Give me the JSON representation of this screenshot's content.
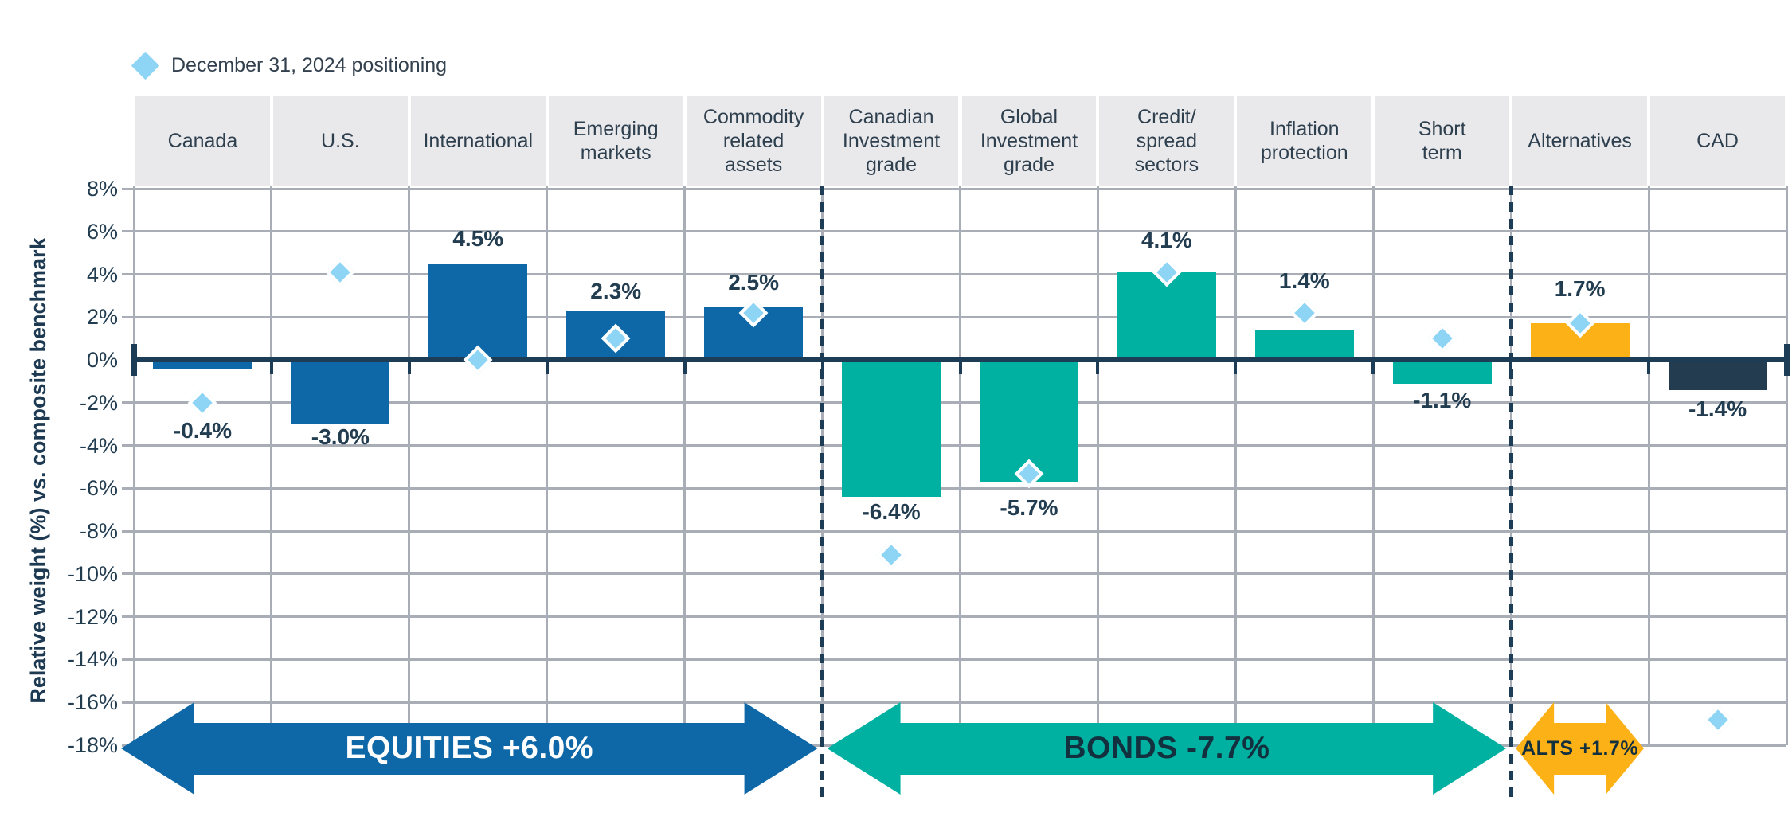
{
  "legend": {
    "label": "December 31, 2024 positioning"
  },
  "chart_data": {
    "type": "bar",
    "title": "",
    "ylabel": "Relative weight (%) vs. composite benchmark",
    "y_axis": {
      "max": 8,
      "min": -18,
      "step": 2,
      "tick_suffix": "%"
    },
    "categories": [
      "Canada",
      "U.S.",
      "International",
      "Emerging markets",
      "Commodity related assets",
      "Canadian Investment grade",
      "Global Investment grade",
      "Credit/spread sectors",
      "Inflation protection",
      "Short term",
      "Alternatives",
      "CAD"
    ],
    "header_lines": [
      [
        "Canada"
      ],
      [
        "U.S."
      ],
      [
        "International"
      ],
      [
        "Emerging",
        "markets"
      ],
      [
        "Commodity",
        "related",
        "assets"
      ],
      [
        "Canadian",
        "Investment",
        "grade"
      ],
      [
        "Global",
        "Investment",
        "grade"
      ],
      [
        "Credit/",
        "spread",
        "sectors"
      ],
      [
        "Inflation",
        "protection"
      ],
      [
        "Short",
        "term"
      ],
      [
        "Alternatives"
      ],
      [
        "CAD"
      ]
    ],
    "series": [
      {
        "name": "Relative weight vs. composite benchmark",
        "type": "bar",
        "values": [
          -0.4,
          -3.0,
          4.5,
          2.3,
          2.5,
          -6.4,
          -5.7,
          4.1,
          1.4,
          -1.1,
          1.7,
          -1.4
        ]
      },
      {
        "name": "December 31, 2024 positioning",
        "type": "scatter",
        "values": [
          -2.0,
          4.1,
          0.0,
          1.0,
          2.2,
          -9.1,
          -5.3,
          4.1,
          2.2,
          1.0,
          1.7,
          -16.8
        ]
      }
    ],
    "bar_value_labels": [
      "-0.4%",
      "-3.0%",
      "4.5%",
      "2.3%",
      "2.5%",
      "-6.4%",
      "-5.7%",
      "4.1%",
      "1.4%",
      "-1.1%",
      "1.7%",
      "-1.4%"
    ],
    "value_label_y_pct": [
      -3.3,
      -3.6,
      5.65,
      3.2,
      3.6,
      -7.1,
      -6.9,
      5.6,
      3.7,
      -1.9,
      3.3,
      -2.3
    ],
    "bar_colors": [
      "#0e67a6",
      "#0e67a6",
      "#0e67a6",
      "#0e67a6",
      "#0e67a6",
      "#00b1a2",
      "#00b1a2",
      "#00b1a2",
      "#00b1a2",
      "#00b1a2",
      "#fcb116",
      "#243c50"
    ],
    "groups": [
      {
        "label": "EQUITIES +6.0%",
        "color": "#0e67a6",
        "text_color": "#ffffff",
        "from": 0,
        "to": 4
      },
      {
        "label": "BONDS -7.7%",
        "color": "#00b1a2",
        "text_color": "#13303f",
        "from": 5,
        "to": 9
      },
      {
        "label": "ALTS +1.7%",
        "color": "#fcb116",
        "text_color": "#13303f",
        "from": 10,
        "to": 10
      }
    ],
    "section_dividers_after": [
      4,
      9
    ],
    "colors": {
      "diamond": "#8ed5f5",
      "grid": "#a9aeb6",
      "axis": "#1d3c55",
      "text": "#223c50",
      "header_bg": "#e9e9ec"
    }
  }
}
